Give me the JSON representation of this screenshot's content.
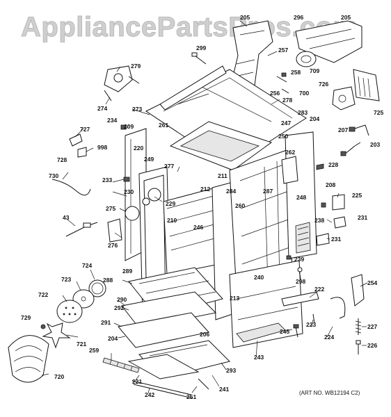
{
  "watermark": "AppliancePartsPros.com",
  "art_number": "(ART NO. WB12194 C2)",
  "part_labels": {
    "p205a": "205",
    "p296": "296",
    "p205b": "205",
    "p299": "299",
    "p257": "257",
    "p279": "279",
    "p258": "258",
    "p709": "709",
    "p700": "700",
    "p726": "726",
    "p256": "256",
    "p278": "278",
    "p274": "274",
    "p273": "273",
    "p283": "283",
    "p204a": "204",
    "p725": "725",
    "p234": "234",
    "p209": "209",
    "p261": "261",
    "p247": "247",
    "p727": "727",
    "p207": "207",
    "p250": "250",
    "p203": "203",
    "p998": "998",
    "p220": "220",
    "p728": "728",
    "p262": "262",
    "p249": "249",
    "p277": "277",
    "p228": "228",
    "p730": "730",
    "p211": "211",
    "p233": "233",
    "p208": "208",
    "p230": "230",
    "p212": "212",
    "p284": "284",
    "p287": "287",
    "p229": "229",
    "p260": "260",
    "p225": "225",
    "p275": "275",
    "p248": "248",
    "p43": "43",
    "p238": "238",
    "p231a": "231",
    "p210": "210",
    "p246": "246",
    "p276": "276",
    "p231b": "231",
    "p239": "239",
    "p724": "724",
    "p289": "289",
    "p298": "298",
    "p288": "288",
    "p240": "240",
    "p254": "254",
    "p723": "723",
    "p222": "222",
    "p722": "722",
    "p290": "290",
    "p213": "213",
    "p292": "292",
    "p729": "729",
    "p291": "291",
    "p223": "223",
    "p227": "227",
    "p206": "206",
    "p245": "245",
    "p204b": "204",
    "p224": "224",
    "p721": "721",
    "p226": "226",
    "p259": "259",
    "p243": "243",
    "p293": "293",
    "p720": "720",
    "p221": "221",
    "p241": "241",
    "p242": "242",
    "p251": "251"
  }
}
